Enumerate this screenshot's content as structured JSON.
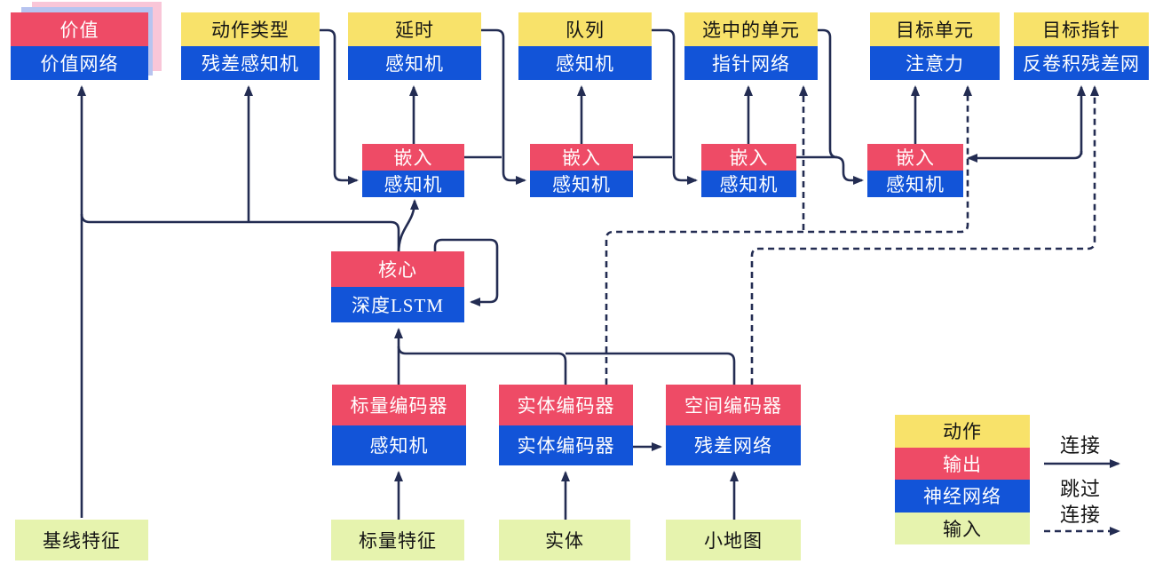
{
  "diagram": {
    "title": "agent-architecture-flow-diagram",
    "heads": [
      {
        "action": "价值",
        "network": "价值网络",
        "header_style": "red"
      },
      {
        "action": "动作类型",
        "network": "残差感知机",
        "header_style": "yellow"
      },
      {
        "action": "延时",
        "network": "感知机",
        "header_style": "yellow"
      },
      {
        "action": "队列",
        "network": "感知机",
        "header_style": "yellow"
      },
      {
        "action": "选中的单元",
        "network": "指针网络",
        "header_style": "yellow"
      },
      {
        "action": "目标单元",
        "network": "注意力",
        "header_style": "yellow"
      },
      {
        "action": "目标指针",
        "network": "反卷积残差网",
        "header_style": "yellow"
      }
    ],
    "embeds": [
      {
        "output": "嵌入",
        "network": "感知机"
      },
      {
        "output": "嵌入",
        "network": "感知机"
      },
      {
        "output": "嵌入",
        "network": "感知机"
      },
      {
        "output": "嵌入",
        "network": "感知机"
      }
    ],
    "core": {
      "output": "核心",
      "network": "深度LSTM"
    },
    "encoders": [
      {
        "output": "标量编码器",
        "network": "感知机"
      },
      {
        "output": "实体编码器",
        "network": "实体编码器"
      },
      {
        "output": "空间编码器",
        "network": "残差网络"
      }
    ],
    "inputs": [
      {
        "label": "基线特征"
      },
      {
        "label": "标量特征"
      },
      {
        "label": "实体"
      },
      {
        "label": "小地图"
      }
    ],
    "legend": {
      "items": [
        {
          "label": "动作",
          "type": "action"
        },
        {
          "label": "输出",
          "type": "output"
        },
        {
          "label": "神经网络",
          "type": "network"
        },
        {
          "label": "输入",
          "type": "input"
        }
      ],
      "solid_arrow_label": "连接",
      "dashed_arrow_label_line1": "跳过",
      "dashed_arrow_label_line2": "连接"
    },
    "colors": {
      "action_yellow": "#f8e26a",
      "output_red": "#ee4b66",
      "network_blue": "#1254d8",
      "input_green": "#e6f3ae",
      "wire_navy": "#232c52",
      "value_shadow_pink": "#f9c6d8",
      "value_shadow_periwinkle": "#b7c4f0"
    }
  }
}
